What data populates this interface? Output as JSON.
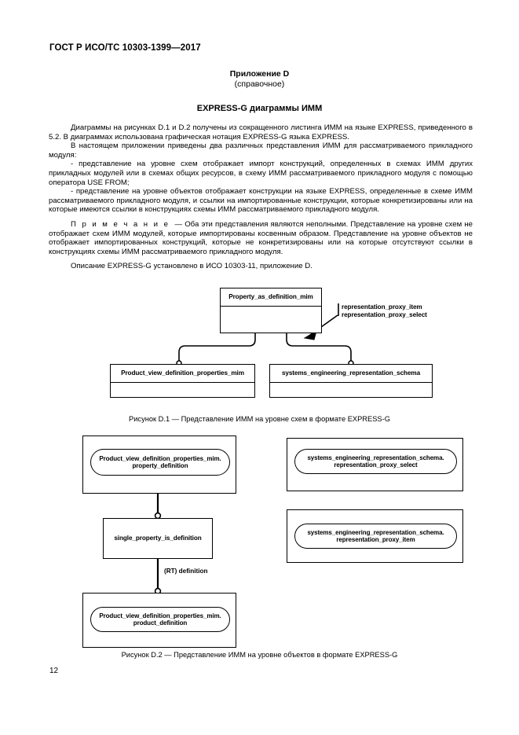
{
  "header": {
    "standard_id": "ГОСТ Р ИСО/ТС 10303-1399—2017"
  },
  "annex": {
    "title": "Приложение D",
    "subtitle": "(справочное)"
  },
  "section_title": "EXPRESS-G диаграммы ИММ",
  "paragraphs": [
    "Диаграммы на рисунках D.1 и D.2 получены из сокращенного листинга ИММ на языке EXPRESS, приведенного в 5.2. В диаграммах использована графическая нотация EXPRESS-G языка EXPRESS.",
    "В настоящем приложении приведены два различных представления ИММ для рассматриваемого прикладного модуля:",
    "- представление на уровне схем отображает импорт конструкций, определенных в схемах ИММ других прикладных модулей или в схемах общих ресурсов, в схему ИММ рассматриваемого прикладного модуля с помощью оператора USE FROM;",
    "- представление на уровне объектов отображает конструкции на языке EXPRESS, определенные в схеме ИММ рассматриваемого прикладного модуля, и ссылки на импортированные конструкции, которые конкретизированы или на которые имеются ссылки в конструкциях схемы ИММ рассматриваемого прикладного модуля."
  ],
  "note": {
    "label": "П р и м е ч а н и е",
    "dash": "—",
    "text": "Оба эти представления являются неполными. Представление на уровне схем не отображает схем ИММ модулей, которые импортированы косвенным образом. Представление на уровне объектов не отображает импортированных конструкций, которые не конкретизированы или на которые отсутствуют ссылки в конструкциях схемы ИММ рассматриваемого прикладного модуля."
  },
  "closing_paragraph": "Описание EXPRESS-G установлено в ИСО 10303-11, приложение D.",
  "figure1": {
    "caption": "Рисунок D.1  — Представление ИММ на уровне схем в формате EXPRESS-G",
    "root_box": "Property_as_definition_mim",
    "child_left": "Product_view_definition_properties_mim",
    "child_right": "systems_engineering_representation_schema",
    "annotation_line1": "representation_proxy_item",
    "annotation_line2": "representation_proxy_select"
  },
  "figure2": {
    "caption": "Рисунок D.2 — Представление ИММ на уровне объектов в формате EXPRESS-G",
    "box_top_left_line1": "Product_view_definition_properties_mim.",
    "box_top_left_line2": "property_definition",
    "box_top_right_line1": "systems_engineering_representation_schema.",
    "box_top_right_line2": "representation_proxy_select",
    "box_mid_left": "single_property_is_definition",
    "box_mid_right_line1": "systems_engineering_representation_schema.",
    "box_mid_right_line2": "representation_proxy_item",
    "connector_label": "(RT) definition",
    "box_bottom_line1": "Product_view_definition_properties_mim.",
    "box_bottom_line2": "product_definition"
  },
  "page_number": "12",
  "colors": {
    "ink": "#000000",
    "paper": "#ffffff"
  }
}
